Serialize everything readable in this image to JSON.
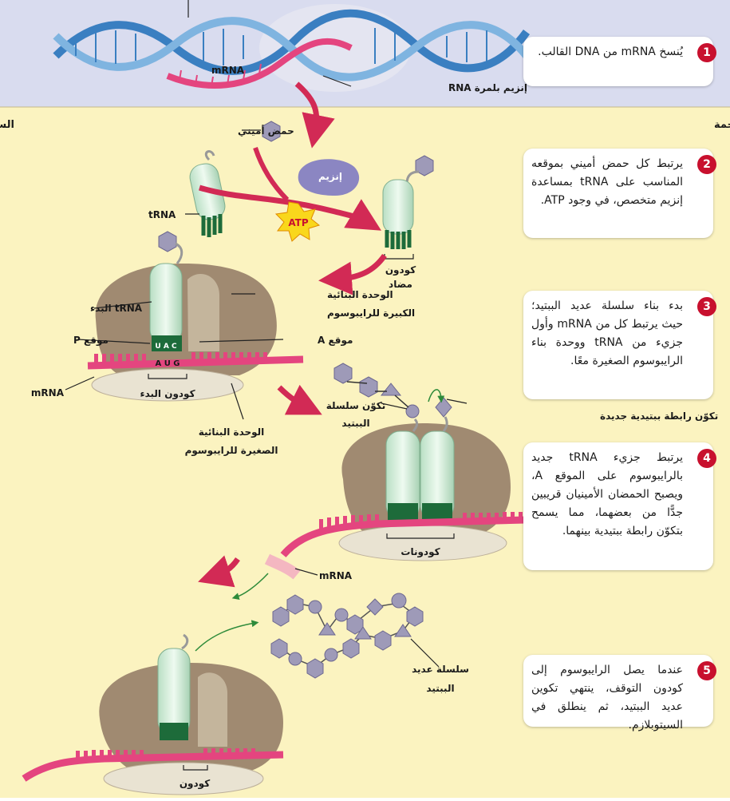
{
  "sections": {
    "translation": "الترجمة",
    "cytoplasm": "السيتوبلازم"
  },
  "labels": {
    "mrna_top": "mRNA",
    "rna_polymerase": "إنزيم بلمرة RNA",
    "amino_acid": "حمض أميني",
    "enzyme": "إنزيم",
    "trna": "tRNA",
    "atp": "ATP",
    "anticodon_1": "كودون",
    "anticodon_2": "مضاد",
    "initiator_trna": "tRNA البدء",
    "p_site": "موقع P",
    "mrna_left": "mRNA",
    "large_subunit_1": "الوحدة البنائية",
    "large_subunit_2": "الكبيرة للرايبوسوم",
    "a_site": "موقع A",
    "start_codon": "كودون البدء",
    "small_subunit_1": "الوحدة البنائية",
    "small_subunit_2": "الصغيرة للرايبوسوم",
    "chain_forming_1": "تكوّن سلسلة",
    "chain_forming_2": "الببتيد",
    "new_bond": "تكوّن رابطة ببتيدية جديدة",
    "codons": "كودونات",
    "mrna_mid": "mRNA",
    "polypeptide_1": "سلسلة عديد",
    "polypeptide_2": "الببتيد",
    "codon_bottom": "كودون",
    "anticodon_letters": "U A C",
    "codon_letters": "A U G"
  },
  "steps": [
    {
      "num": "1",
      "text": "يُنسخ mRNA من DNA القالب."
    },
    {
      "num": "2",
      "text": "يرتبط كل حمض أميني بموقعه المناسب على tRNA بمساعدة إنزيم متخصص، في وجود ATP."
    },
    {
      "num": "3",
      "text": "بدء بناء سلسلة عديد الببتيد؛ حيث يرتبط كل من mRNA وأول جزيء من tRNA ووحدة بناء الرايبوسوم الصغيرة معًا."
    },
    {
      "num": "4",
      "text": "يرتبط جزيء tRNA جديد بالرايبوسوم على الموقع A، ويصبح الحمضان الأمينيان قريبين جدًّا من بعضهما، مما يسمح بتكوّن رابطة ببتيدية بينهما."
    },
    {
      "num": "5",
      "text": "عندما يصل الرايبوسوم إلى كودون التوقف، ينتهي تكوين عديد الببتيد، ثم ينطلق في السيتوبلازم."
    }
  ],
  "colors": {
    "nucleus_bg": "#d9dcef",
    "cytoplasm_bg": "#fbf3c0",
    "ribosome": "#a08a71",
    "small_subunit": "#e9e3d2",
    "mrna": "#e4457f",
    "trna": "#d8f0dc",
    "trna_dark": "#1d6b3a",
    "amino_acid": "#9e9ab8",
    "arrow": "#d22a55",
    "dna": "#3a7fc1",
    "step_badge": "#c8102e"
  }
}
